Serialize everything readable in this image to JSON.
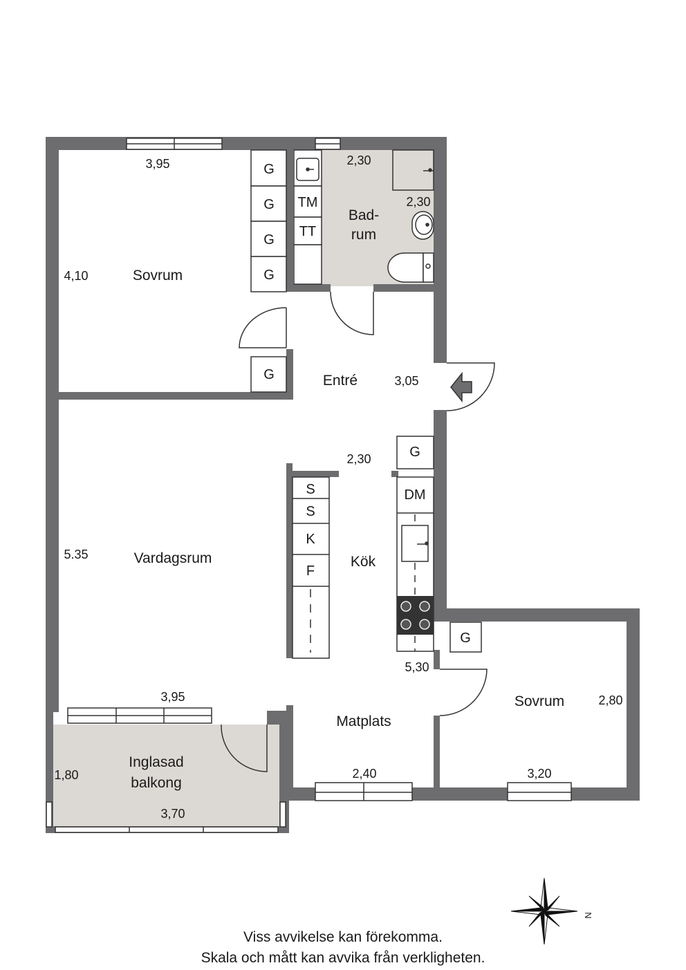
{
  "rooms": {
    "bedroom_1": "Sovrum",
    "bathroom_line1": "Bad-",
    "bathroom_line2": "rum",
    "entrance": "Entré",
    "living_room": "Vardagsrum",
    "kitchen": "Kök",
    "dining": "Matplats",
    "bedroom_2": "Sovrum",
    "balcony_line1": "Inglasad",
    "balcony_line2": "balkong"
  },
  "dimensions": {
    "bedroom_1_width": "3,95",
    "bedroom_1_depth": "4,10",
    "bath_width": "2,30",
    "bath_depth": "2,30",
    "entrance_width": "3,05",
    "hall_width": "2,30",
    "living_depth": "5.35",
    "living_width": "3,95",
    "kitchen_length": "5,30",
    "bedroom_2_depth": "2,80",
    "bedroom_2_width": "3,20",
    "dining_width": "2,40",
    "balcony_depth": "1,80",
    "balcony_width": "3,70"
  },
  "appliances": {
    "wardrobe": "G",
    "washer": "TM",
    "dryer": "TT",
    "dishwasher": "DM",
    "storage": "S",
    "fridge": "K",
    "freezer": "F"
  },
  "compass": {
    "north": "N"
  },
  "footer": {
    "line1": "Viss avvikelse kan förekomma.",
    "line2": "Skala och mått kan avvika från verkligheten."
  },
  "colors": {
    "wall": "#6d6d6f",
    "wet_room": "#dcd8d4",
    "line": "#333333"
  }
}
